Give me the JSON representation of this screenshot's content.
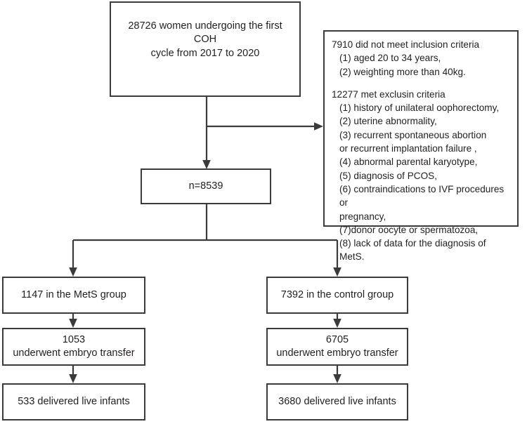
{
  "diagram": {
    "title": "Study participant flow diagram",
    "line_color": "#3b3b3b",
    "text_color": "#231f20",
    "background": "#ffffff"
  },
  "nodes": {
    "enrolled": {
      "text": "28726 women undergoing the first COH\ncycle from 2017 to 2020",
      "count": 28726
    },
    "eligible": {
      "text": "n=8539",
      "count": 8539
    },
    "mets_group": {
      "text": "1147 in the MetS group",
      "count": 1147
    },
    "mets_embryo_transfer": {
      "text": "1053\nunderwent  embryo transfer",
      "count": 1053
    },
    "mets_live_infants": {
      "text": "533 delivered live infants",
      "count": 533
    },
    "control_group": {
      "text": "7392 in the control group",
      "count": 7392
    },
    "control_embryo_transfer": {
      "text": "6705\nunderwent  embryo transfer",
      "count": 6705
    },
    "control_live_infants": {
      "text": "3680 delivered live infants",
      "count": 3680
    }
  },
  "exclusions": {
    "inclusion_heading": "7910 did not meet inclusion criteria",
    "inclusion_count": 7910,
    "inclusion_items": [
      "(1) aged 20 to 34 years,",
      "(2) weighting more than 40kg."
    ],
    "exclusion_heading": "12277 met exclusin criteria",
    "exclusion_count": 12277,
    "exclusion_items": [
      "(1) history of unilateral oophorectomy,",
      "(2) uterine abnormality,",
      "(3) recurrent spontaneous abortion\nor recurrent implantation failure ,",
      "(4) abnormal parental karyotype,",
      "(5) diagnosis of PCOS,",
      "(6) contraindications to IVF procedures or\npregnancy,",
      "(7)donor oocyte or spermatozoa,",
      "(8) lack of data for the diagnosis of MetS."
    ]
  }
}
